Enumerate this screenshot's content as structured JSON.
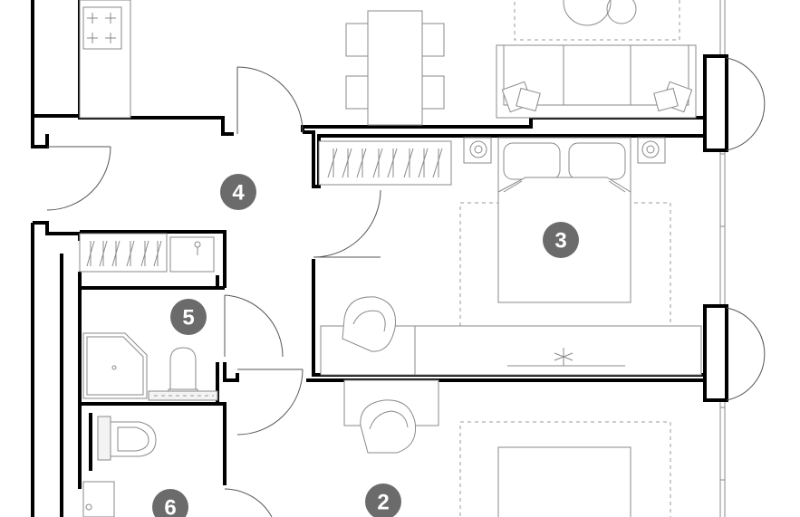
{
  "colors": {
    "wall": "#000000",
    "furniture_stroke": "#8a8a8a",
    "badge_fill": "#6b6b6b",
    "badge_text": "#ffffff",
    "background": "#ffffff"
  },
  "room_labels": [
    {
      "id": "room-4",
      "label": "4"
    },
    {
      "id": "room-3",
      "label": "3"
    },
    {
      "id": "room-5",
      "label": "5"
    },
    {
      "id": "room-6",
      "label": "6"
    },
    {
      "id": "room-2",
      "label": "2"
    }
  ],
  "icons": [
    "kitchen-hob-icon",
    "dining-table-icon",
    "sofa-icon",
    "double-bed-icon",
    "wardrobe-icon",
    "armchair-icon",
    "shower-icon",
    "toilet-icon",
    "sink-icon",
    "desk-icon",
    "window-icon",
    "door-icon",
    "bay-window-icon"
  ]
}
